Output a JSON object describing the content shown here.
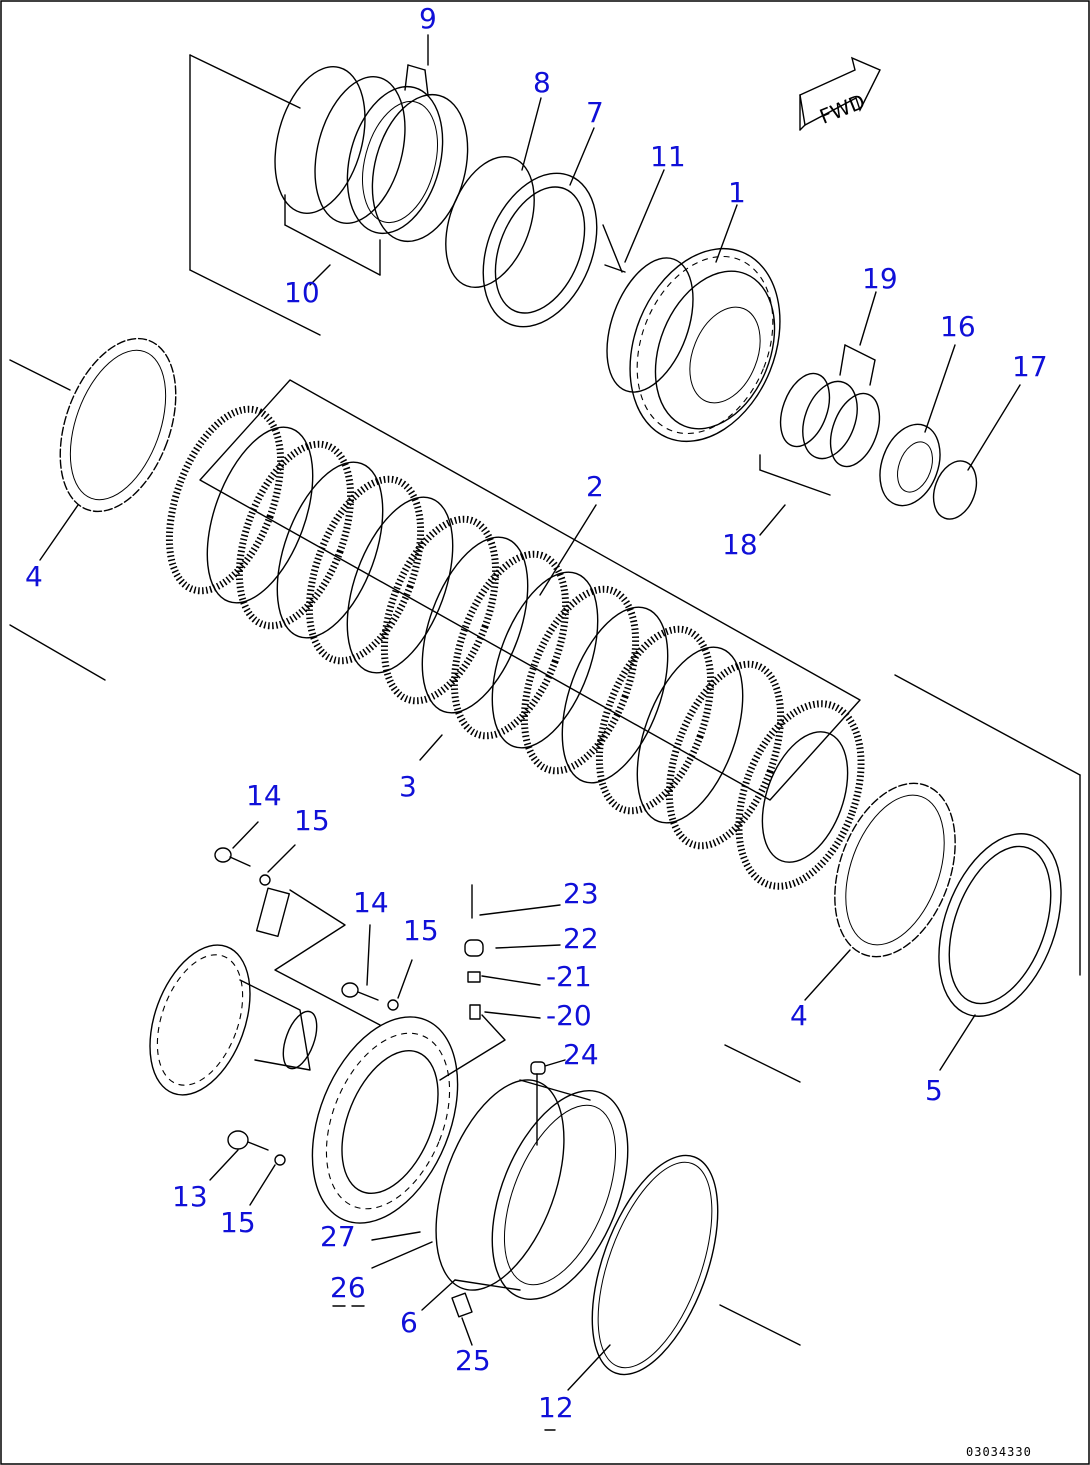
{
  "diagram": {
    "drawing_code": "03034330",
    "fwd_label": "FWD",
    "callouts": {
      "p1": "1",
      "p2": "2",
      "p3": "3",
      "p4a": "4",
      "p4b": "4",
      "p5": "5",
      "p6": "6",
      "p7": "7",
      "p8": "8",
      "p9": "9",
      "p10": "10",
      "p11": "11",
      "p12": "12",
      "p13": "13",
      "p14a": "14",
      "p14b": "14",
      "p15a": "15",
      "p15b": "15",
      "p15c": "15",
      "p16": "16",
      "p17": "17",
      "p18": "18",
      "p19": "19",
      "p20": "-20",
      "p21": "-21",
      "p22": "22",
      "p23": "23",
      "p24": "24",
      "p25": "25",
      "p26": "26",
      "p27": "27"
    }
  }
}
